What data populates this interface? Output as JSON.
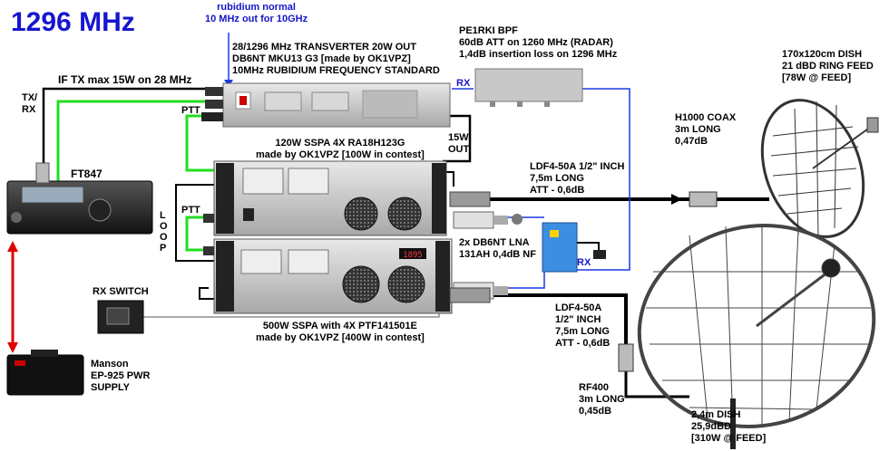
{
  "title": "1296 MHz",
  "rubidium_note": [
    "rubidium normal",
    "10 MHz out for 10GHz"
  ],
  "transverter": [
    "28/1296 MHz TRANSVERTER 20W OUT",
    "DB6NT MKU13 G3  [made by OK1VPZ]",
    "10MHz RUBIDIUM FREQUENCY STANDARD"
  ],
  "bpf": [
    "PE1RKI BPF",
    "60dB ATT on 1260 MHz (RADAR)",
    "1,4dB insertion loss on 1296 MHz"
  ],
  "if_tx": "IF TX max 15W on 28 MHz",
  "tx_rx": [
    "TX/",
    "RX"
  ],
  "rx_top": "RX",
  "ptt1": "PTT",
  "ptt2": "PTT",
  "loop": [
    "L",
    "O",
    "O",
    "P"
  ],
  "radio": "FT847",
  "sspa120": [
    "120W SSPA 4X RA18H123G",
    "made by OK1VPZ [100W in contest]"
  ],
  "out15w": [
    "15W",
    "OUT"
  ],
  "ldf_top": [
    "LDF4-50A 1/2\" INCH",
    "7,5m LONG",
    "ATT - 0,6dB"
  ],
  "h1000": [
    "H1000 COAX",
    "3m LONG",
    "0,47dB"
  ],
  "dish_small": [
    "170x120cm DISH",
    "21 dBD RING FEED",
    "[78W @ FEED]"
  ],
  "lna": [
    "2x DB6NT LNA",
    "131AH 0,4dB NF"
  ],
  "rx_mid": "RX",
  "rx_switch": "RX SWITCH",
  "sspa500": [
    "500W SSPA with 4X PTF141501E",
    "made by OK1VPZ [400W in contest]"
  ],
  "ldf_bottom": [
    "LDF4-50A",
    "1/2\" INCH",
    "7,5m LONG",
    "ATT - 0,6dB"
  ],
  "rf400": [
    "RF400",
    "3m LONG",
    "0,45dB"
  ],
  "dish_big": [
    "2,4m DISH",
    "25,9dBD",
    "[310W @ FEED]"
  ],
  "psu": [
    "Manson",
    "EP-925 PWR",
    "SUPPLY"
  ],
  "meter_display": "1895",
  "colors": {
    "blue_text": "#1616c8",
    "ptt_wire": "#22dd22",
    "rx_wire": "#1a3ae0",
    "power_wire": "#e00000"
  }
}
